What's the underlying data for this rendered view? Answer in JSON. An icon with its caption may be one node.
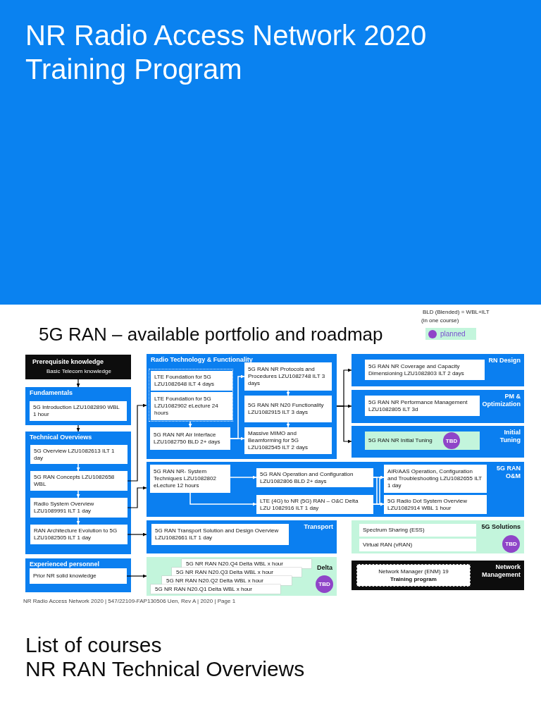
{
  "diagram": {
    "title": "5G RAN – available portfolio and roadmap",
    "nodes": [
      {
        "text": [
          "Prerequisite knowledge",
          "Basic Telecom knowledge"
        ]
      },
      {
        "text": [
          "Fundamentals"
        ]
      },
      {
        "text": [
          "5G Introduction LZU1082890 WBL 1 hour"
        ],
        "in": 1
      },
      {
        "text": [
          "Technical Overviews"
        ]
      },
      {
        "text": [
          "5G Overview LZU1082613 ILT 1 day"
        ],
        "in": 3
      },
      {
        "text": [
          "5G RAN Concepts LZU1082658 WBL"
        ],
        "in": 3
      },
      {
        "text": [
          "Radio System Overview LZU1089991 ILT 1 day"
        ],
        "in": 3
      },
      {
        "text": [
          "RAN Architecture Evolution to 5G LZU1082505 ILT 1 day"
        ],
        "in": 3
      },
      {
        "text": [
          "Experienced personnel"
        ]
      },
      {
        "text": [
          "Prior NR solid knowledge"
        ],
        "in": 8
      },
      {
        "text": [
          "Radio Technology & Functionality"
        ]
      },
      {
        "text": [],
        "shape": "box",
        "in": 10
      },
      {
        "text": [
          "LTE Foundation for 5G LZU1082648 ILT 4 days"
        ],
        "in": 11
      },
      {
        "text": [
          "LTE Foundation for 5G LZU1082902 eLecture 24 hours"
        ],
        "in": 11
      },
      {
        "text": [
          "5G RAN NR Air Interface LZU1082750 BLD 2+ days"
        ],
        "in": 10
      },
      {
        "text": [
          "5G RAN NR Protocols and Procedures LZU1082748 ILT 3 days"
        ],
        "in": 10
      },
      {
        "text": [
          "5G RAN NR N20 Functionality LZU1082915 ILT 3 days"
        ],
        "in": 10
      },
      {
        "text": [
          "Massive MIMO and Beamforming for 5G LZU1082545 ILT 2 days"
        ],
        "in": 10
      },
      {
        "text": [
          "RN Design"
        ]
      },
      {
        "text": [
          "5G RAN NR Coverage and Capacity Dimensioning LZU1082803 ILT 2 days"
        ],
        "in": 18
      },
      {
        "text": [
          "PM & Optimization"
        ]
      },
      {
        "text": [
          "5G RAN NR Performance Management LZU1082805 ILT 3d"
        ],
        "in": 20
      },
      {
        "text": [
          "Initial Tuning"
        ]
      },
      {
        "text": [
          "5G RAN NR Initial Tuning"
        ],
        "in": 22
      },
      {
        "text": [
          "TBD"
        ],
        "in": 23
      },
      {
        "text": [
          "5G RAN O&M"
        ]
      },
      {
        "text": [
          "5G RAN NR- System Techniques LZU1082802 eLecture 12 hours"
        ],
        "in": 25
      },
      {
        "text": [
          "5G RAN Operation and Configuration LZU1082806 BLD 2+ days"
        ],
        "in": 25
      },
      {
        "text": [
          "LTE (4G) to NR (5G) RAN – O&C Delta LZU 1082916 ILT 1 day"
        ],
        "in": 25
      },
      {
        "text": [
          "AIR/AAS Operation, Configuration and Troubleshooting LZU1082655 ILT 1 day"
        ],
        "in": 25
      },
      {
        "text": [
          "5G Radio Dot System Overview LZU1082914 WBL 1 hour"
        ],
        "in": 25
      },
      {
        "text": [
          "Transport"
        ]
      },
      {
        "text": [
          "5G RAN Transport Solution and Design Overview LZU1082661 ILT 1 day"
        ],
        "in": 31
      },
      {
        "text": [
          "5G Solutions"
        ]
      },
      {
        "text": [
          "Spectrum Sharing (ESS)"
        ],
        "in": 33
      },
      {
        "text": [
          "Virtual RAN (vRAN)"
        ],
        "in": 33
      },
      {
        "text": [
          "TBD"
        ],
        "in": 33
      },
      {
        "text": [
          "Delta"
        ]
      },
      {
        "text": [
          "5G NR RAN N20.Q4 Delta WBL x hour"
        ],
        "in": 37
      },
      {
        "text": [
          "5G NR RAN N20.Q3 Delta WBL x hour"
        ],
        "in": 37
      },
      {
        "text": [
          "5G NR RAN N20.Q2 Delta WBL x hour"
        ],
        "in": 37
      },
      {
        "text": [
          "5G NR RAN N20.Q1 Delta WBL x hour"
        ],
        "in": 37
      },
      {
        "text": [
          "TBD"
        ],
        "in": 37
      },
      {
        "text": [
          "Network Management"
        ]
      },
      {
        "text": [
          "Network Manager (ENM) 19",
          "Training program"
        ],
        "in": 43
      }
    ],
    "edges": [
      {
        "from": 0,
        "to": 1,
        "arrow": "to",
        "color": "#000000"
      },
      {
        "from": 1,
        "to": 3,
        "arrow": "to",
        "color": "#000000"
      },
      {
        "from": 4,
        "to": 5,
        "arrow": "to"
      },
      {
        "from": 5,
        "to": 6,
        "arrow": "to"
      },
      {
        "from": 6,
        "to": 7,
        "arrow": "to"
      },
      {
        "from": 5,
        "to": 10,
        "arrow": "to",
        "color": "#000000"
      },
      {
        "from": 6,
        "to": 25,
        "arrow": "to",
        "color": "#000000"
      },
      {
        "from": 7,
        "to": 31,
        "arrow": "to",
        "color": "#000000"
      },
      {
        "from": 9,
        "to": 37,
        "arrow": "to",
        "color": "#000000"
      },
      {
        "from": 11,
        "to": 14,
        "arrow": "to"
      },
      {
        "from": 14,
        "to": 15,
        "arrow": "to"
      },
      {
        "from": 14,
        "to": 17,
        "arrow": "to"
      },
      {
        "from": 15,
        "to": 16,
        "arrow": "to"
      },
      {
        "from": 16,
        "to": 17,
        "arrow": "to"
      },
      {
        "from": 10,
        "to": 18,
        "arrow": "to",
        "color": "#000000"
      },
      {
        "from": 10,
        "to": 20,
        "arrow": "to",
        "color": "#000000"
      },
      {
        "from": 10,
        "to": 22,
        "arrow": "to",
        "color": "#000000"
      },
      {
        "from": 26,
        "to": 27,
        "arrow": "to"
      },
      {
        "from": 26,
        "to": 28,
        "arrow": "to"
      },
      {
        "from": 27,
        "to": 29,
        "arrow": "to"
      },
      {
        "from": 27,
        "to": 30,
        "arrow": "to"
      },
      {
        "from": 28,
        "to": 29,
        "arrow": "to"
      },
      {
        "from": 28,
        "to": 30,
        "arrow": "to"
      }
    ],
    "labels": [
      "NR Radio Access Network 2020",
      "Training Program",
      "BLD (Blended) = WBL+ILT",
      "(in one course)",
      "NR Radio Access Network 2020 | 547/22109-FAP130506 Uen, Rev A | 2020 | Page 1",
      "List of courses",
      "NR RAN Technical Overviews"
    ],
    "legend": [
      {
        "text": "planned",
        "color": "#c3f5dc"
      }
    ]
  }
}
